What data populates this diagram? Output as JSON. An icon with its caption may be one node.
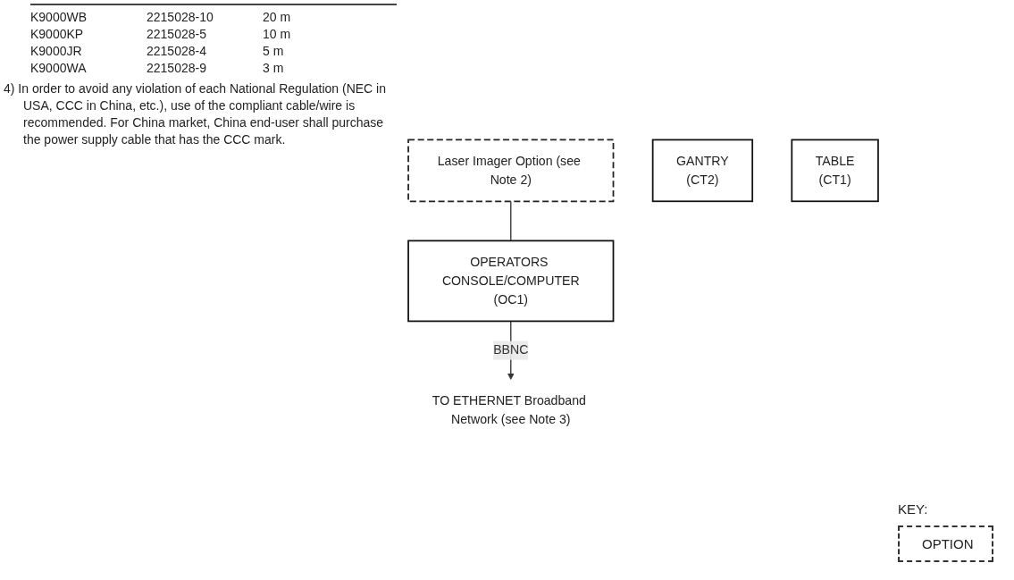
{
  "diagram": {
    "nodes": [
      {
        "text": [
          "Laser Imager Option (see Note 2)"
        ]
      },
      {
        "text": [
          "OPERATORS CONSOLE/COMPUTER",
          "(OC1)"
        ]
      },
      {
        "text": [
          "TO ETHERNET Broadband Network (see Note 3)"
        ]
      },
      {
        "text": [
          "GANTRY",
          "(CT2)"
        ]
      },
      {
        "text": [
          "TABLE",
          "(CT1)"
        ]
      }
    ],
    "edges": [
      {
        "from": 0,
        "to": 1,
        "arrow": "none"
      },
      {
        "from": 1,
        "to": 2,
        "arrow": "to",
        "label": "BBNC"
      }
    ],
    "labels": [
      "K9000WB",
      "2215028-10",
      "20 m",
      "K9000KP",
      "2215028-5",
      "10 m",
      "K9000JR",
      "2215028-4",
      "5 m",
      "K9000WA",
      "2215028-9",
      "3 m",
      "4) In order to avoid any violation of each National Regulation (NEC in USA, CCC in China, etc.), use of the compliant cable/wire is recommended. For China market, China end-user shall purchase the power supply cable that has the CCC mark.",
      "KEY:"
    ],
    "legend": [
      {
        "text": "OPTION"
      }
    ]
  }
}
